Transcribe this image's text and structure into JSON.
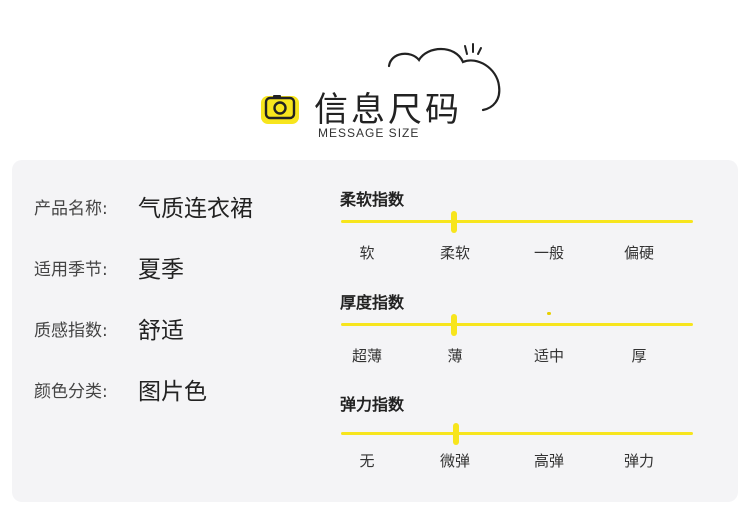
{
  "header": {
    "title_cn": "信息尺码",
    "title_en": "MESSAGE SIZE",
    "icon": "camera-icon",
    "decoration": "cloud-icon"
  },
  "info": {
    "rows": [
      {
        "label": "产品名称:",
        "value": "气质连衣裙"
      },
      {
        "label": "适用季节:",
        "value": "夏季"
      },
      {
        "label": "质感指数:",
        "value": "舒适"
      },
      {
        "label": "颜色分类:",
        "value": "图片色"
      }
    ]
  },
  "scales": [
    {
      "title": "柔软指数",
      "ticks": [
        "软",
        "柔软",
        "一般",
        "偏硬"
      ],
      "selected_index": 1
    },
    {
      "title": "厚度指数",
      "ticks": [
        "超薄",
        "薄",
        "适中",
        "厚"
      ],
      "selected_index": 1
    },
    {
      "title": "弹力指数",
      "ticks": [
        "无",
        "微弹",
        "高弹",
        "弹力"
      ],
      "selected_index": 1
    }
  ],
  "colors": {
    "accent": "#f7e51d",
    "panel": "#f4f4f6",
    "text": "#333333"
  }
}
